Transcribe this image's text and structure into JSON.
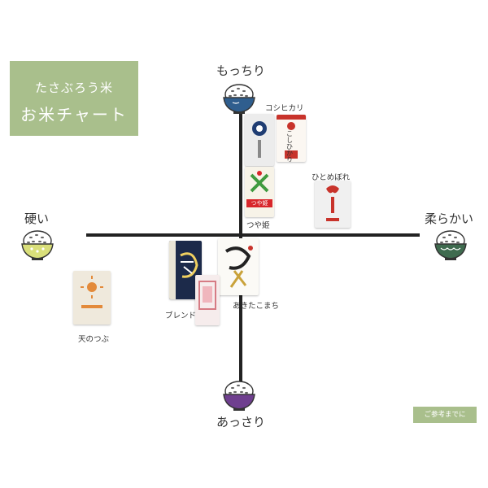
{
  "header": {
    "brand": "たさぶろう米",
    "title": "お米チャート"
  },
  "axes": {
    "top": "もっちり",
    "bottom": "あっさり",
    "left": "硬い",
    "right": "柔らかい"
  },
  "products": {
    "koshihikari": "コシヒカリ",
    "hitomebore": "ひとめぼれ",
    "tsuyahime": "つや姫",
    "blend": "ブレンド",
    "akitakomachi": "あきたこまち",
    "tennotsubu": "天のつぶ"
  },
  "bag_text": {
    "koshihikari_label": "こしひかり",
    "tsuyahime_label": "つや姫"
  },
  "note": "ご参考までに",
  "colors": {
    "accent": "#a9bf8c",
    "bowl_top": "#2f5e8e",
    "bowl_bottom": "#6f3f8f",
    "bowl_left": "#d9df7a",
    "bowl_right": "#3f6b4f"
  }
}
